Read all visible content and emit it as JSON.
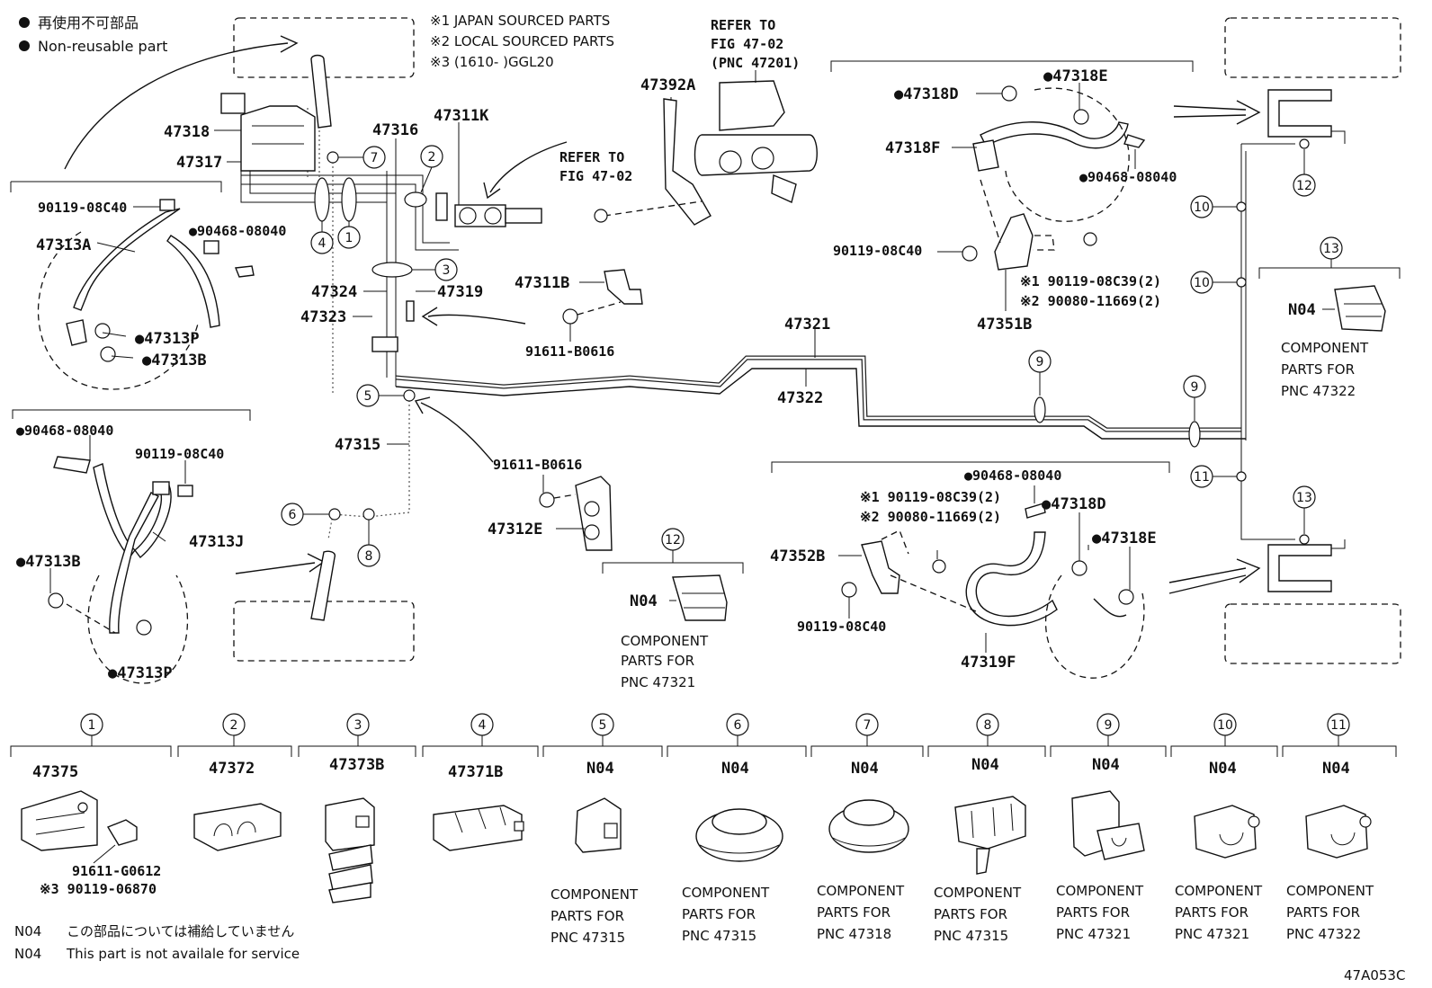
{
  "legend": {
    "non_reusable_jp": "再使用不可部品",
    "non_reusable_en": "Non-reusable part"
  },
  "notes": {
    "n1": "※1 JAPAN SOURCED PARTS",
    "n2": "※2 LOCAL SOURCED PARTS",
    "n3": "※3 (1610-      )GGL20"
  },
  "refer": {
    "r1_l1": "REFER TO",
    "r1_l2": "FIG 47-02",
    "r1_l3": "(PNC 47201)",
    "r2_l1": "REFER TO",
    "r2_l2": "FIG 47-02"
  },
  "parts": {
    "p47318": "47318",
    "p47317": "47317",
    "p47316": "47316",
    "p47311K": "47311K",
    "p47392A": "47392A",
    "p47313A": "47313A",
    "p90119_08C40_a": "90119-08C40",
    "p90468_08040_a": "●90468-08040",
    "p47313P_a": "●47313P",
    "p47313B_a": "●47313B",
    "p47324": "47324",
    "p47319": "47319",
    "p47323": "47323",
    "p47311B": "47311B",
    "p91611_B0616_a": "91611-B0616",
    "p47315": "47315",
    "p91611_B0616_b": "91611-B0616",
    "p47312E": "47312E",
    "p90468_08040_b": "●90468-08040",
    "p90119_08C40_b": "90119-08C40",
    "p47313J": "47313J",
    "p47313B_b": "●47313B",
    "p47313P_b": "●47313P",
    "p47318D_a": "●47318D",
    "p47318E_a": "●47318E",
    "p47318F": "47318F",
    "p90468_08040_c": "●90468-08040",
    "p90119_08C40_c": "90119-08C40",
    "p90119_08C39_a": "※1 90119-08C39(2)",
    "p90080_11669_a": "※2 90080-11669(2)",
    "p47351B": "47351B",
    "p47321": "47321",
    "p47322": "47322",
    "p90468_08040_d": "●90468-08040",
    "p90119_08C39_b": "※1 90119-08C39(2)",
    "p90080_11669_b": "※2 90080-11669(2)",
    "p47318D_b": "●47318D",
    "p47318E_b": "●47318E",
    "p47352B": "47352B",
    "p90119_08C40_d": "90119-08C40",
    "p47319F": "47319F",
    "N04": "N04"
  },
  "component_notes": {
    "c12": {
      "l1": "COMPONENT",
      "l2": "PARTS FOR",
      "l3": "PNC 47321"
    },
    "c13": {
      "l1": "COMPONENT",
      "l2": "PARTS FOR",
      "l3": "PNC 47322"
    }
  },
  "callouts": [
    "1",
    "2",
    "3",
    "4",
    "5",
    "6",
    "7",
    "8",
    "9",
    "10",
    "11",
    "12",
    "13"
  ],
  "bottom": {
    "b1": {
      "num": "1",
      "part": "47375",
      "sub1": "91611-G0612",
      "sub2": "※3 90119-06870"
    },
    "b2": {
      "num": "2",
      "part": "47372"
    },
    "b3": {
      "num": "3",
      "part": "47373B"
    },
    "b4": {
      "num": "4",
      "part": "47371B"
    },
    "b5": {
      "num": "5",
      "part": "N04",
      "l1": "COMPONENT",
      "l2": "PARTS FOR",
      "l3": "PNC 47315"
    },
    "b6": {
      "num": "6",
      "part": "N04",
      "l1": "COMPONENT",
      "l2": "PARTS FOR",
      "l3": "PNC 47315"
    },
    "b7": {
      "num": "7",
      "part": "N04",
      "l1": "COMPONENT",
      "l2": "PARTS FOR",
      "l3": "PNC 47318"
    },
    "b8": {
      "num": "8",
      "part": "N04",
      "l1": "COMPONENT",
      "l2": "PARTS FOR",
      "l3": "PNC 47315"
    },
    "b9": {
      "num": "9",
      "part": "N04",
      "l1": "COMPONENT",
      "l2": "PARTS FOR",
      "l3": "PNC 47321"
    },
    "b10": {
      "num": "10",
      "part": "N04",
      "l1": "COMPONENT",
      "l2": "PARTS FOR",
      "l3": "PNC 47321"
    },
    "b11": {
      "num": "11",
      "part": "N04",
      "l1": "COMPONENT",
      "l2": "PARTS FOR",
      "l3": "PNC 47322"
    }
  },
  "footer": {
    "code1": "N04",
    "text1": "この部品については補給していません",
    "code2": "N04",
    "text2": "This part is not availale for service",
    "figure_id": "47A053C"
  }
}
